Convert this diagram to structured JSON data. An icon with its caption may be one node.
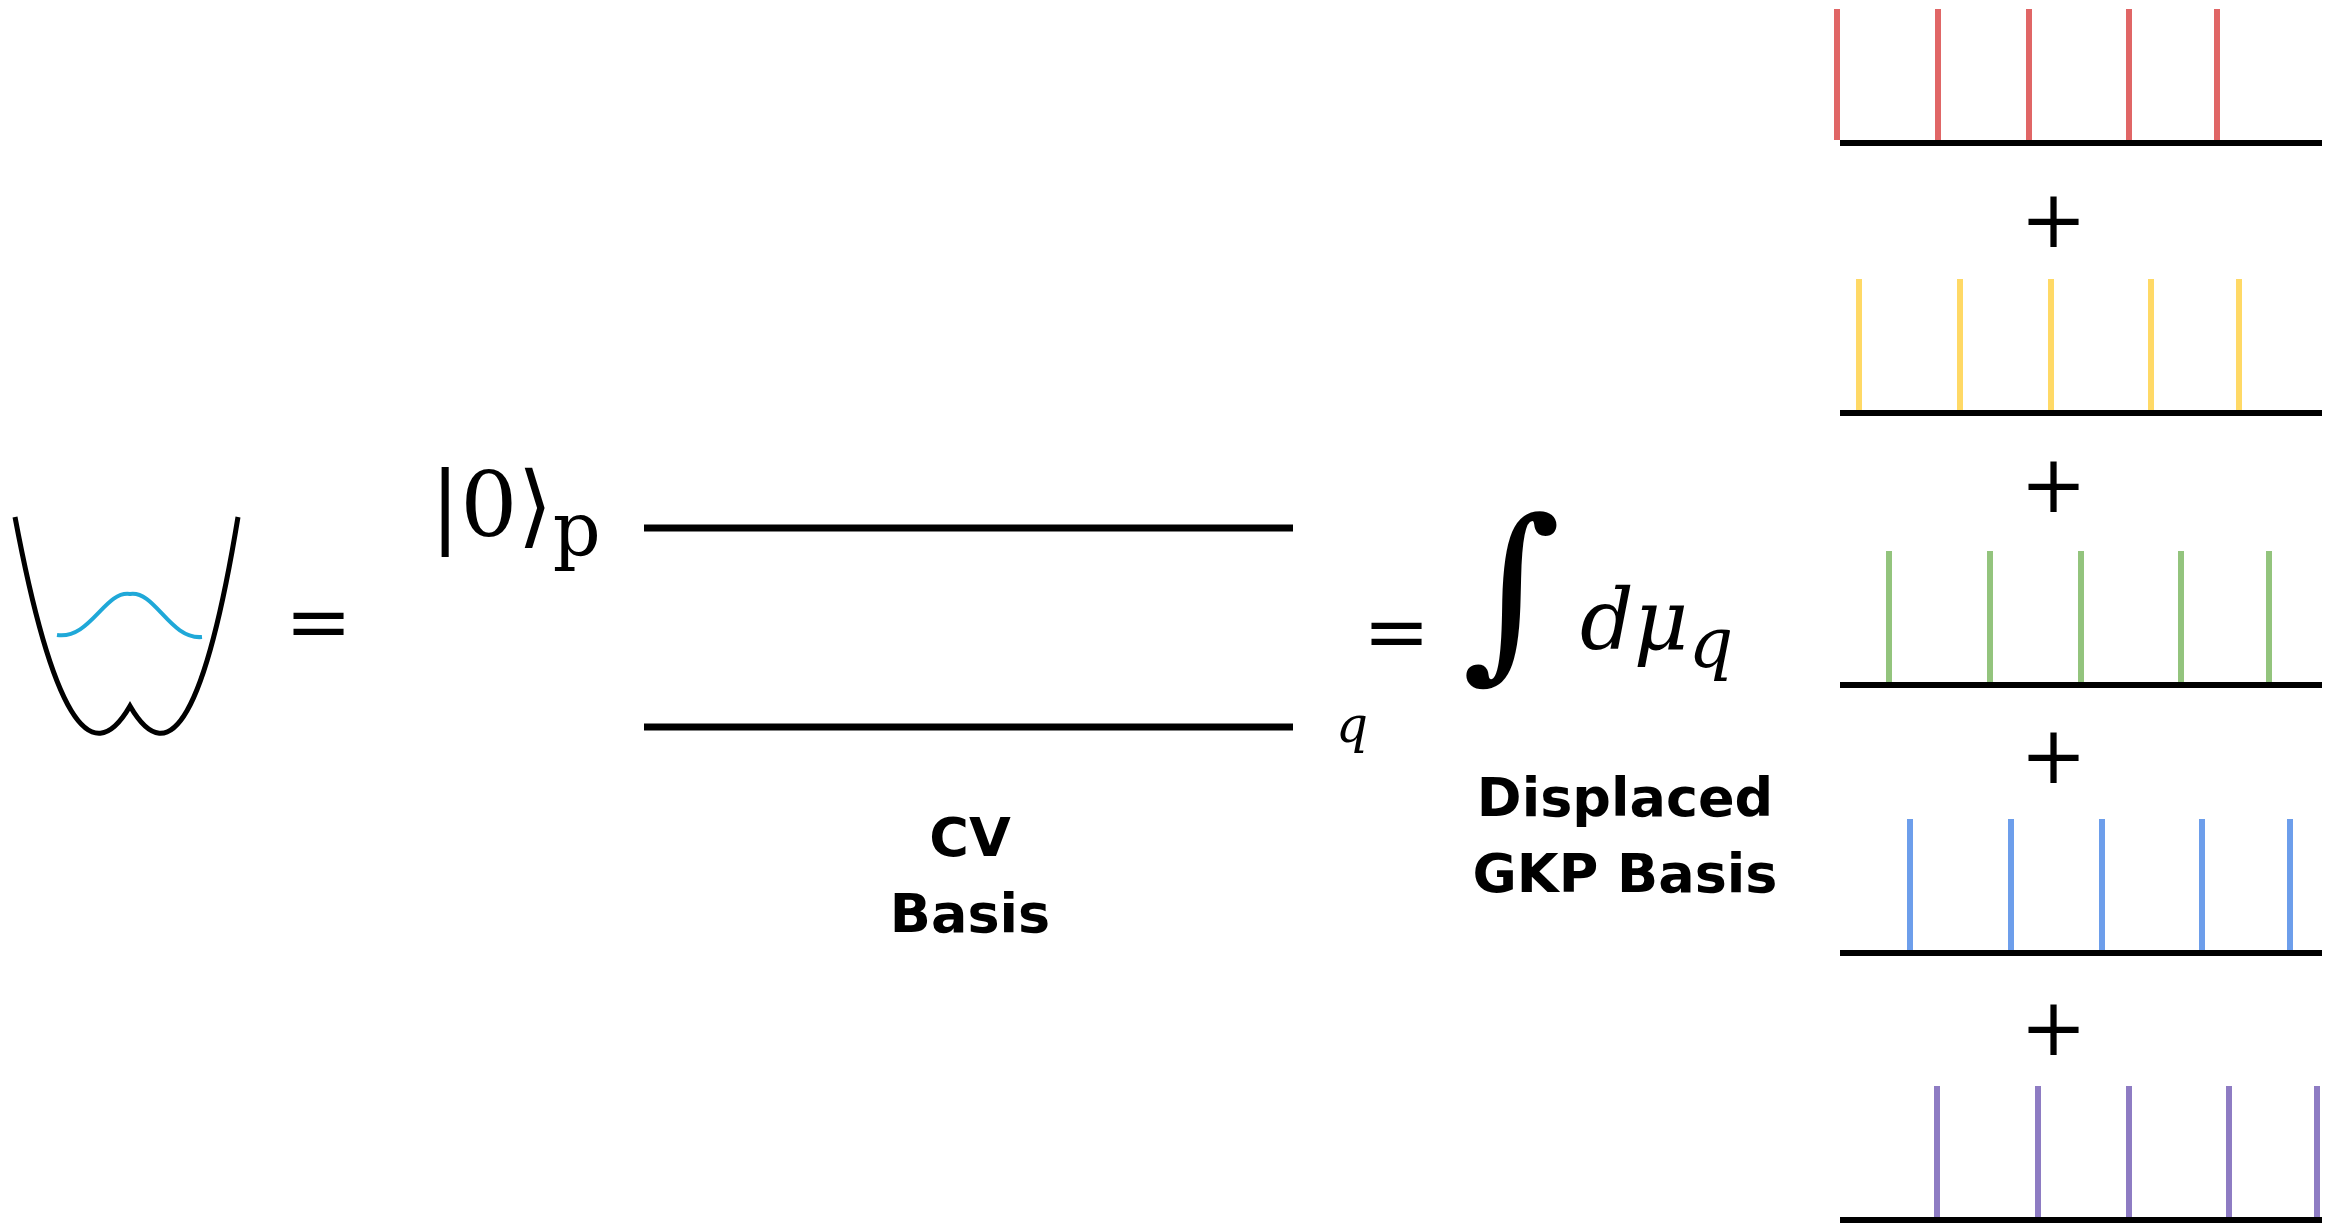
{
  "diagram": {
    "labels": [
      "=",
      "|0⟩$_{p}$",
      "q",
      "=",
      "∫",
      "dμ$_{q}$",
      "CV Basis",
      "Displaced GKP Basis",
      "+",
      "+",
      "+",
      "+"
    ]
  }
}
